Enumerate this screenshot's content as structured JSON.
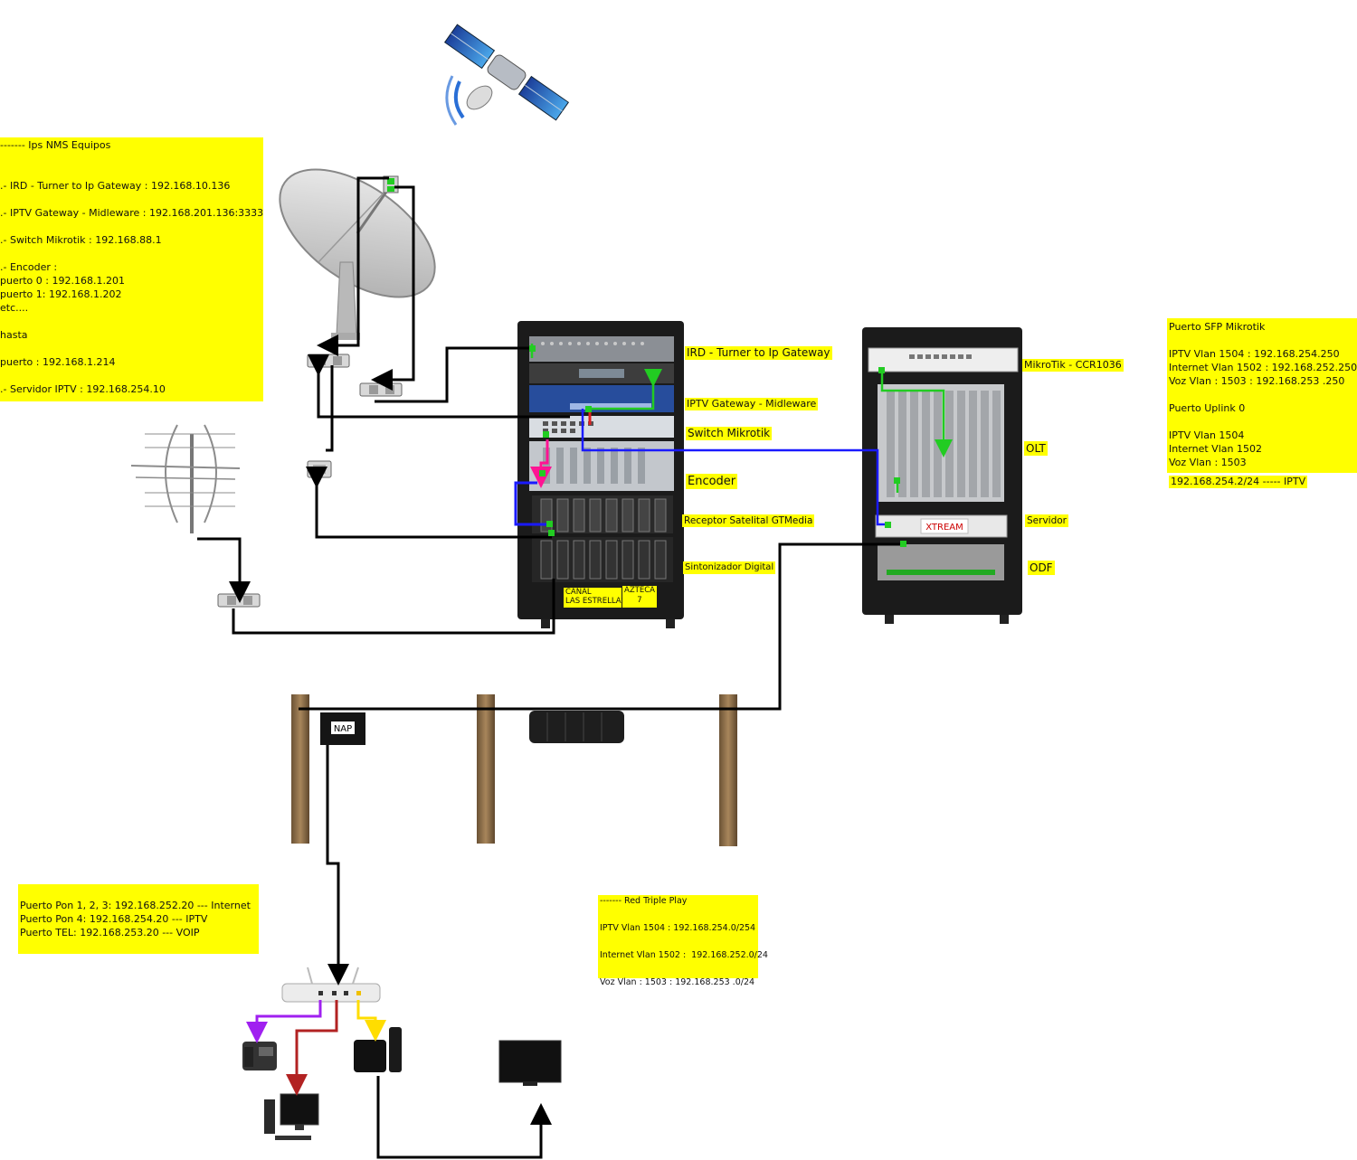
{
  "notes": {
    "nms": {
      "lines": [
        "------- Ips NMS Equipos",
        "",
        "",
        ".- IRD - Turner to Ip Gateway : 192.168.10.136",
        "",
        ".- IPTV Gateway - Midleware : 192.168.201.136:3333",
        "",
        ".- Switch Mikrotik : 192.168.88.1",
        "",
        ".- Encoder :",
        "puerto 0 : 192.168.1.201",
        "puerto 1: 192.168.1.202",
        "etc....",
        "",
        "hasta",
        "",
        "puerto : 192.168.1.214",
        "",
        ".- Servidor IPTV : 192.168.254.10"
      ]
    },
    "sfp": {
      "lines": [
        "Puerto SFP Mikrotik",
        "",
        "IPTV Vlan 1504 : 192.168.254.250",
        "Internet Vlan 1502 : 192.168.252.250",
        "Voz Vlan : 1503 : 192.168.253 .250",
        "",
        "Puerto Uplink 0",
        "",
        "IPTV Vlan 1504",
        "Internet Vlan 1502",
        "Voz Vlan : 1503"
      ],
      "extra": "192.168.254.2/24 ----- IPTV"
    },
    "pon": {
      "lines": [
        "Puerto Pon 1, 2, 3: 192.168.252.20 --- Internet",
        "Puerto Pon 4: 192.168.254.20 --- IPTV",
        "Puerto TEL: 192.168.253.20 --- VOIP"
      ]
    },
    "triple": {
      "lines": [
        "------- Red Triple Play",
        "",
        "IPTV Vlan 1504 : 192.168.254.0/254",
        "",
        "Internet Vlan 1502 :  192.168.252.0/24",
        "",
        "Voz Vlan : 1503 : 192.168.253 .0/24"
      ]
    }
  },
  "labels": {
    "ird": "IRD - Turner to Ip Gateway",
    "iptv_gw": "IPTV Gateway - Midleware",
    "switch": "Switch Mikrotik",
    "encoder": "Encoder",
    "receptor": "Receptor  Satelital GTMedia",
    "sintonizador": "Sintonizador Digital",
    "canal1": "CANAL\nLAS ESTRELLAS",
    "canal2": "AZTECA\n7",
    "mikrotik": "MikroTik - CCR1036",
    "olt": "OLT",
    "servidor": "Servidor",
    "odf": "ODF",
    "nap": "NAP",
    "xtream": "XTREAM"
  },
  "colors": {
    "note_bg": "#ffff00",
    "cable_black": "#000000",
    "cable_green": "#22cc22",
    "cable_blue": "#1a1aff",
    "cable_pink": "#ff1493",
    "cable_red": "#e02020",
    "cable_purple": "#a020f0",
    "cable_darkred": "#b22222",
    "cable_yellow": "#ffee00"
  }
}
